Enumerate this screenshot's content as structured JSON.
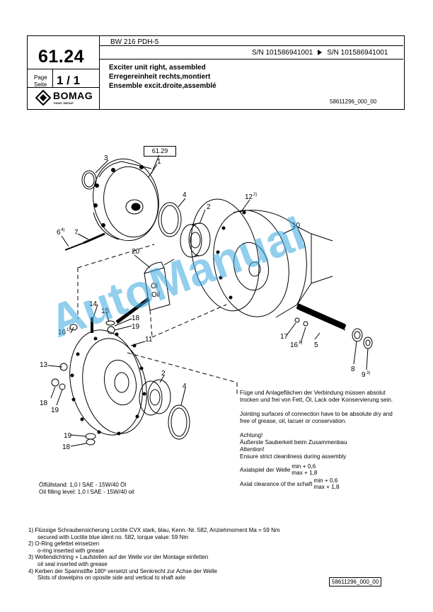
{
  "header": {
    "model": "BW 216 PDH-5",
    "sn_from": "S/N 101586941001",
    "sn_to": "S/N 101586941001",
    "page_number": "61.24",
    "page_label_line1": "Page",
    "page_label_line2": "Seite",
    "page_fraction": "1 / 1",
    "title_en": "Exciter unit right, assembled",
    "title_de": "Erregereinheit rechts,montiert",
    "title_fr": "Ensemble excit.droite,assemblé",
    "doc_ref": "58611296_000_00",
    "logo_text": "BOMAG",
    "logo_sub": "FAYAT GROUP"
  },
  "diagram": {
    "callout_ref": "61.29",
    "labels": {
      "l1": "1",
      "l2a": "2",
      "l2b": "2",
      "l3": "3",
      "l4a": "4",
      "l4b": "4",
      "l5": "5",
      "l6": "6",
      "l6s": "4)",
      "l7": "7",
      "l8": "8",
      "l9": "9",
      "l9s": "3)",
      "l10": "10",
      "l11": "11",
      "l12": "12",
      "l12s": "2)",
      "l13": "13",
      "l14": "14",
      "l15": "15",
      "l16a": "16",
      "l16as": "1)",
      "l16b": "16",
      "l16bs": "1)",
      "l17a": "17",
      "l17b": "17",
      "l18a": "18",
      "l18b": "18",
      "l18c": "18",
      "l19a": "19",
      "l19b": "19",
      "l19c": "19",
      "l20": "20",
      "oil1": "Öl",
      "oil2": "Oil"
    },
    "note_de": "Füge und Anlageflächen der Verbindung müssen absolut trocken und frei von Fett, Öl, Lack oder Konservierung sein.",
    "note_en": "Jointing surfaces of connection have to be absolute dry and free of grease, oil, lacuer or conservation.",
    "attention_de": "Achtung!",
    "attention_de2": "Äußerste Sauberkeit beim Zusammenbau",
    "attention_en": "Attention!",
    "attention_en2": "Ensure strict cleanliness during assembly",
    "axial_de": "Axialspiel der Welle",
    "axial_en": "Axial clearance of the schaft",
    "min": "min  +  0,6",
    "max": "max  + 1,8",
    "fill_de": "Ölfüllstand: 1,0 l SAE - 15W/40 Öl",
    "fill_en": "Oil filling level: 1,0 l SAE - 15W/40 oil"
  },
  "footnotes": [
    {
      "n": "1)",
      "de": "Flüssige Schraubensicherung Loctite CVX stark, blau, Kenn.-Nr. 582, Anziehmoment Ma = 59 Nm",
      "en": "secured with Loctite blue ident no. 582,  torque value: 59 Nm"
    },
    {
      "n": "2)",
      "de": "O-Ring gefettet einsetzen",
      "en": "o-ring inserted with grease"
    },
    {
      "n": "3)",
      "de": "Wellendichtring + Laufstellen auf der Welle vor der Montage einfetten",
      "en": "oil seal inserted with grease"
    },
    {
      "n": "4)",
      "de": "Kerben der Spannstifte 180º versetzt und Senkrecht zur Achse der Welle",
      "en": "Slots of dowelpins on oposite side and vertical to shaft axle"
    }
  ],
  "footer_ref": "58611296_000_00",
  "watermark": "AutoManual"
}
